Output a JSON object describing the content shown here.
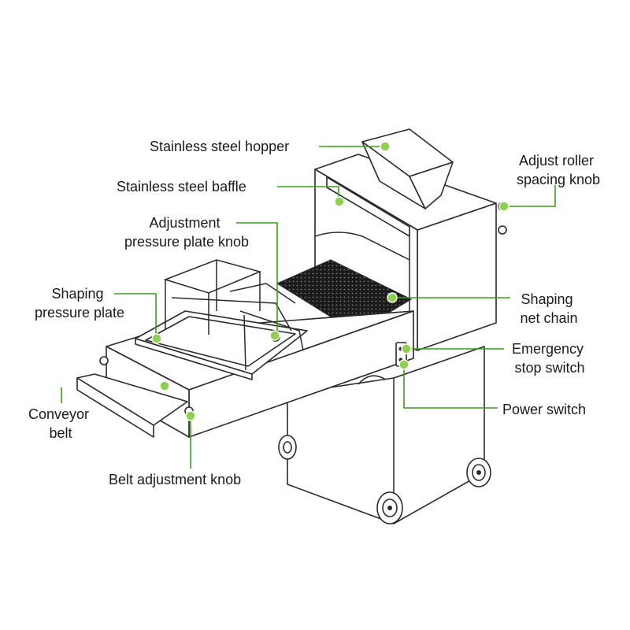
{
  "diagram": {
    "accent_color": "#3f9a1f",
    "dot_color": "#8fd14f",
    "labels": {
      "hopper": {
        "lines": [
          "Stainless steel hopper"
        ]
      },
      "baffle": {
        "lines": [
          "Stainless steel baffle"
        ]
      },
      "pressure_knob": {
        "lines": [
          "Adjustment",
          "pressure plate knob"
        ]
      },
      "shaping_plate": {
        "lines": [
          "Shaping",
          "pressure plate"
        ]
      },
      "conveyor_belt": {
        "lines": [
          "Conveyor",
          "belt"
        ]
      },
      "belt_knob": {
        "lines": [
          "Belt adjustment knob"
        ]
      },
      "roller_knob": {
        "lines": [
          "Adjust roller",
          "spacing knob"
        ]
      },
      "net_chain": {
        "lines": [
          "Shaping",
          "net chain"
        ]
      },
      "emergency_stop": {
        "lines": [
          "Emergency",
          "stop switch"
        ]
      },
      "power_switch": {
        "lines": [
          "Power switch"
        ]
      }
    }
  }
}
